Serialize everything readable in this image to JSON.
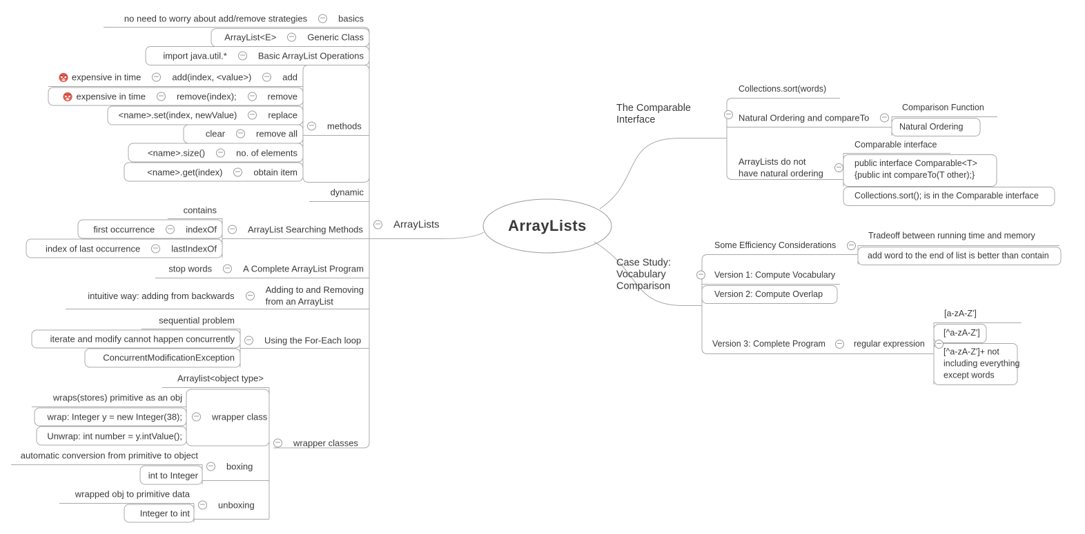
{
  "colors": {
    "line": "#a8a8a8",
    "text": "#3a3a3a",
    "emoji_red": "#e2574c"
  },
  "icons": {
    "collapse": "minus-in-circle",
    "warning": "angry-face-emoji"
  },
  "central": {
    "title": "ArrayLists"
  },
  "left_root": {
    "label": "ArrayLists"
  },
  "left": {
    "basics": {
      "note": "no need to worry about add/remove strategies",
      "label": "basics"
    },
    "generic_class": {
      "note": "ArrayList<E>",
      "label": "Generic Class"
    },
    "basic_ops": {
      "note": "import java.util.*",
      "label": "Basic ArrayList Operations"
    },
    "methods": {
      "label": "methods",
      "add": {
        "warn": "expensive in time",
        "code": "add(index, <value>)",
        "label": "add"
      },
      "remove": {
        "warn": "expensive in time",
        "code": "remove(index);",
        "label": "remove"
      },
      "replace": {
        "code": "<name>.set(index, newValue)",
        "label": "replace"
      },
      "remove_all": {
        "code": "clear",
        "label": "remove all"
      },
      "size": {
        "code": "<name>.size()",
        "label": "no. of elements"
      },
      "get": {
        "code": "<name>.get(index)",
        "label": "obtain item"
      }
    },
    "dynamic": {
      "label": "dynamic"
    },
    "searching": {
      "label": "ArrayList Searching Methods",
      "contains": {
        "label": "contains"
      },
      "indexof": {
        "note": "first occurrence",
        "label": "indexOf"
      },
      "lastindexof": {
        "note": "index of last occurrence",
        "label": "lastIndexOf"
      }
    },
    "complete_program": {
      "note": "stop words",
      "label": "A Complete ArrayList Program"
    },
    "adding_removing": {
      "note": "intuitive way: adding from backwards",
      "label_line1": "Adding to and Removing",
      "label_line2": "from an ArrayList"
    },
    "foreach": {
      "label": "Using the For-Each loop",
      "sequential": {
        "label": "sequential problem"
      },
      "iterate": {
        "label": "iterate and modify cannot happen concurrently"
      },
      "cme": {
        "label": "ConcurrentModificationException"
      }
    },
    "wrapper_classes": {
      "label": "wrapper classes",
      "objtype": {
        "label": "Arraylist<object type>"
      },
      "wrapper_class": {
        "label": "wrapper class",
        "wraps": "wraps(stores) primitive as an obj",
        "wrap": "wrap: Integer y = new Integer(38);",
        "unwrap": "Unwrap: int number = y.intValue();"
      },
      "boxing": {
        "label": "boxing",
        "note": "automatic conversion from primitive to object",
        "conv": "int to Integer"
      },
      "unboxing": {
        "label": "unboxing",
        "note": "wrapped obj to primitive data",
        "conv": "Integer to int"
      }
    }
  },
  "right": {
    "comparable": {
      "line1": "The Comparable",
      "line2": "Interface",
      "collections_sort": "Collections.sort(words)",
      "natural_ordering": {
        "label": "Natural Ordering and compareTo",
        "comparison_fn": "Comparison Function",
        "natural": "Natural Ordering"
      },
      "no_natural": {
        "line1": "ArrayLists do not",
        "line2": "have natural ordering",
        "interface": "Comparable interface",
        "code1": "public interface Comparable<T>",
        "code2": "{public int compareTo(T other);}",
        "note": "Collections.sort(); is in the Comparable interface"
      }
    },
    "case_study": {
      "line1": "Case Study:",
      "line2": "Vocabulary",
      "line3": "Comparison",
      "efficiency": {
        "label": "Some Efficiency Considerations",
        "tradeoff": "Tradeoff between running time and memory",
        "add_word": "add word to the end of list is better than contain"
      },
      "v1": "Version 1: Compute Vocabulary",
      "v2": "Version 2: Compute Overlap",
      "v3": {
        "label": "Version 3: Complete Program",
        "regex_label": "regular expression",
        "r1": "[a-zA-Z']",
        "r2": "[^a-zA-Z']",
        "r3_line1": "[^a-zA-Z']+ not",
        "r3_line2": "including everything",
        "r3_line3": "except words"
      }
    }
  }
}
